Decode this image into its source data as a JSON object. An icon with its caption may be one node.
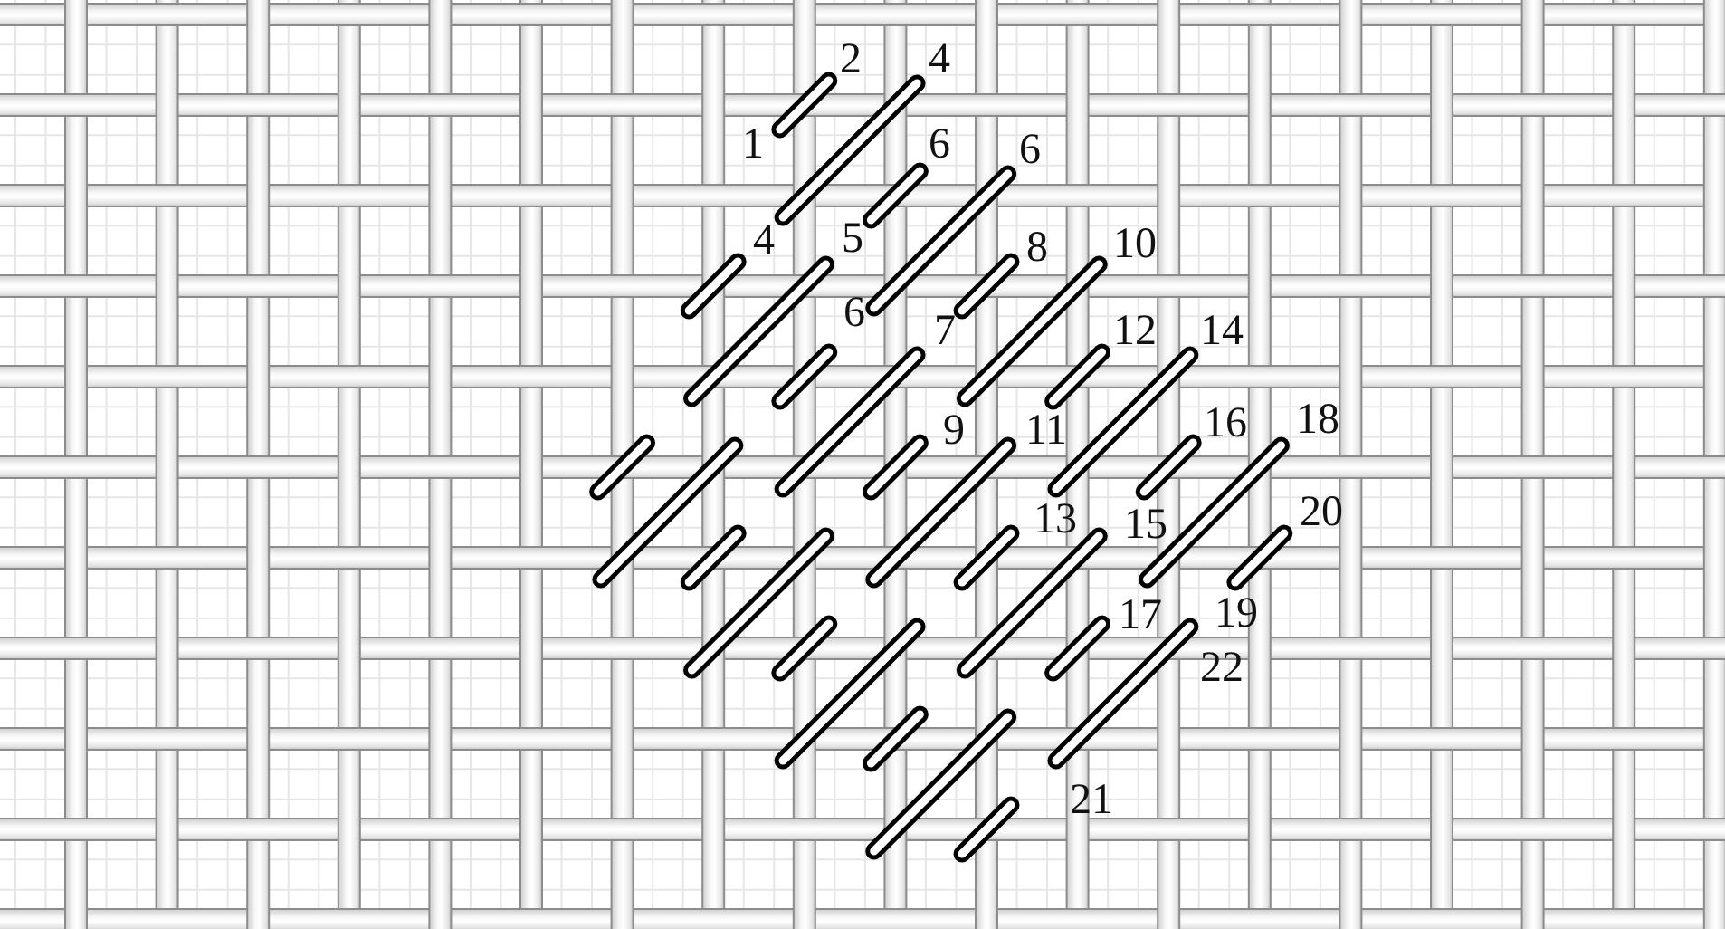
{
  "diagram": {
    "labels": [
      "2",
      "4",
      "1",
      "6",
      "6",
      "4",
      "5",
      "8",
      "10",
      "6",
      "7",
      "12",
      "14",
      "9",
      "11",
      "16",
      "18",
      "13",
      "15",
      "20",
      "17",
      "19",
      "22",
      "21"
    ]
  }
}
